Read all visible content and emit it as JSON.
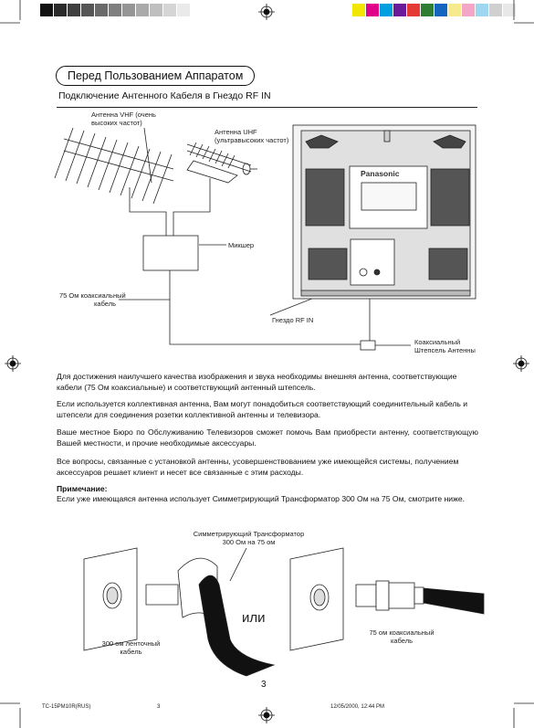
{
  "colors": {
    "bar_left": [
      "#111111",
      "#2a2a2a",
      "#3f3f3f",
      "#555555",
      "#6a6a6a",
      "#7f7f7f",
      "#959595",
      "#aaaaaa",
      "#bfbfbf",
      "#d5d5d5",
      "#eaeaea"
    ],
    "bar_right": [
      "#f2e600",
      "#e0008a",
      "#00a0e0",
      "#6a1b9a",
      "#e53935",
      "#2e7d32",
      "#1565c0",
      "#f7e98e",
      "#f4a6c6",
      "#9fd6f0",
      "#d0d0d0",
      "#e8e8e8"
    ]
  },
  "section_title": "Перед Пользованием Аппаратом",
  "subheading": "Подключение Антенного Кабеля в Гнездо RF IN",
  "diagram": {
    "vhf_label": "Антенна VHF (очень\nвысоких частот)",
    "uhf_label": "Антенна UHF\n(ультравысоких частот)",
    "mixer_label": "Микшер",
    "cable_label": "75 Ом коаксиальный\nкабель",
    "rf_label": "Гнездо RF IN",
    "plug_label": "Коаксиальный\nШтепсель Антенны",
    "brand": "Panasonic"
  },
  "paragraphs": [
    "Для достижения наилучшего качества изображения и звука необходимы внешняя антенна, соответствующие кабели (75 Ом коаксиальные) и соответствующий антенный штепсель.",
    "Если используется коллективная антенна, Вам могут понадобиться соответствующий соединительный кабель и штепсели для соединения розетки коллективной антенны и телевизора.",
    "Ваше местное Бюро по Обслуживанию Телевизоров сможет помочь Вам приобрести антенну, соответствующую Вашей местности, и прочие необходимые аксессуары.",
    "Все вопросы, связанные с установкой антенны, усовершенствованием уже имеющейся системы, получением аксессуаров решает клиент и несет все связанные с этим расходы."
  ],
  "note_heading": "Примечание:",
  "note_text": "Если уже имеющаяся антенна использует Симметрирующий Трансформатор 300 Ом на 75 Ом, смотрите ниже.",
  "bottom_diagram": {
    "transformer_label": "Симметрирующий Трансформатор\n300 Ом на 75 ом",
    "ribbon_label": "300 ом ленточный\nкабель",
    "or_label": "или",
    "coax_label": "75 ом коаксиальный\nкабель"
  },
  "page_number": "3",
  "footer": {
    "left": "TC-15PM10R(RUS)",
    "center": "3",
    "right": "12/05/2000, 12:44 PM"
  }
}
